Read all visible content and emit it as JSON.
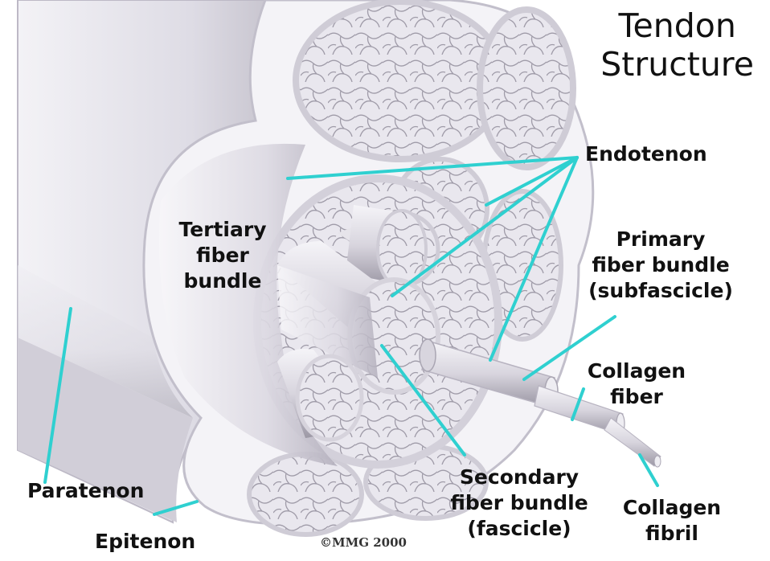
{
  "title_line1": "Tendon",
  "title_line2": "Structure",
  "labels": {
    "endotenon": "Endotenon",
    "primary_1": "Primary",
    "primary_2": "fiber bundle",
    "primary_3": "(subfascicle)",
    "tertiary_1": "Tertiary",
    "tertiary_2": "fiber",
    "tertiary_3": "bundle",
    "collagen_fiber_1": "Collagen",
    "collagen_fiber_2": "fiber",
    "paratenon": "Paratenon",
    "epitenon": "Epitenon",
    "secondary_1": "Secondary",
    "secondary_2": "fiber bundle",
    "secondary_3": "(fascicle)",
    "collagen_fibril_1": "Collagen",
    "collagen_fibril_2": "fibril"
  },
  "copyright": "©MMG 2000",
  "colors": {
    "leader_line": "#2fd0d0",
    "tissue_light": "#f1f0f5",
    "tissue_mid": "#d9d6e0",
    "tissue_shadow": "#a7a3b0",
    "text": "#111111"
  }
}
